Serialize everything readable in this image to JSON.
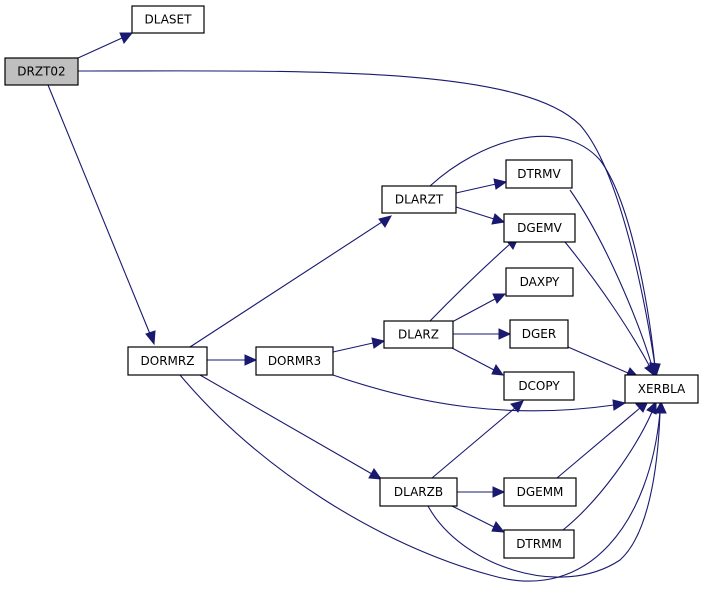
{
  "colors": {
    "edge": "#191970",
    "root_fill": "#bfbfbf",
    "node_fill": "#ffffff",
    "node_stroke": "#000000"
  },
  "nodes": {
    "DRZT02": {
      "label": "DRZT02"
    },
    "DLASET": {
      "label": "DLASET"
    },
    "DORMRZ": {
      "label": "DORMRZ"
    },
    "DORMR3": {
      "label": "DORMR3"
    },
    "DLARZT": {
      "label": "DLARZT"
    },
    "DLARZ": {
      "label": "DLARZ"
    },
    "DLARZB": {
      "label": "DLARZB"
    },
    "DTRMV": {
      "label": "DTRMV"
    },
    "DGEMV": {
      "label": "DGEMV"
    },
    "DAXPY": {
      "label": "DAXPY"
    },
    "DGER": {
      "label": "DGER"
    },
    "DCOPY": {
      "label": "DCOPY"
    },
    "DGEMM": {
      "label": "DGEMM"
    },
    "DTRMM": {
      "label": "DTRMM"
    },
    "XERBLA": {
      "label": "XERBLA"
    }
  },
  "edges": [
    [
      "DRZT02",
      "DLASET"
    ],
    [
      "DRZT02",
      "XERBLA"
    ],
    [
      "DRZT02",
      "DORMRZ"
    ],
    [
      "DORMRZ",
      "DLARZT"
    ],
    [
      "DORMRZ",
      "DORMR3"
    ],
    [
      "DORMRZ",
      "DLARZB"
    ],
    [
      "DORMRZ",
      "XERBLA"
    ],
    [
      "DORMR3",
      "DLARZ"
    ],
    [
      "DORMR3",
      "XERBLA"
    ],
    [
      "DLARZT",
      "DTRMV"
    ],
    [
      "DLARZT",
      "DGEMV"
    ],
    [
      "DLARZT",
      "XERBLA"
    ],
    [
      "DLARZ",
      "DGEMV"
    ],
    [
      "DLARZ",
      "DAXPY"
    ],
    [
      "DLARZ",
      "DGER"
    ],
    [
      "DLARZ",
      "DCOPY"
    ],
    [
      "DLARZB",
      "DCOPY"
    ],
    [
      "DLARZB",
      "DGEMM"
    ],
    [
      "DLARZB",
      "DTRMM"
    ],
    [
      "DLARZB",
      "XERBLA"
    ],
    [
      "DTRMV",
      "XERBLA"
    ],
    [
      "DGEMV",
      "XERBLA"
    ],
    [
      "DGER",
      "XERBLA"
    ],
    [
      "DGEMM",
      "XERBLA"
    ],
    [
      "DTRMM",
      "XERBLA"
    ]
  ]
}
